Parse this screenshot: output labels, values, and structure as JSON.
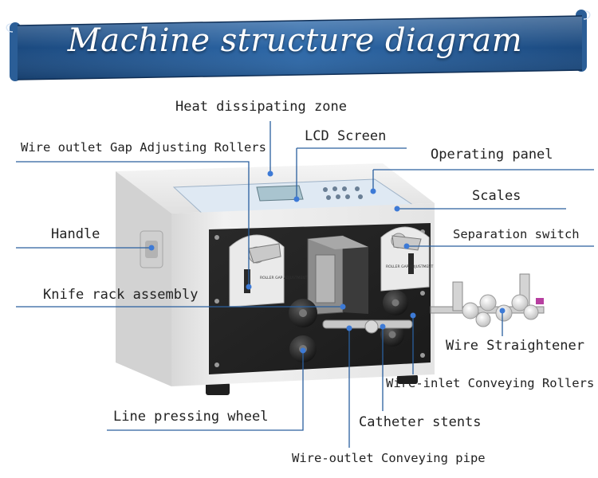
{
  "banner": {
    "title": "Machine structure diagram",
    "color": "#1f4f86"
  },
  "labels": {
    "heat_zone": "Heat dissipating zone",
    "lcd_screen": "LCD Screen",
    "gap_rollers": "Wire outlet Gap Adjusting Rollers",
    "operating_panel": "Operating panel",
    "scales": "Scales",
    "handle": "Handle",
    "separation_switch": "Separation switch",
    "knife_rack": "Knife rack assembly",
    "wire_straightener": "Wire Straightener",
    "inlet_rollers": "Wire-inlet Conveying Rollers",
    "pressing_wheel": "Line pressing wheel",
    "catheter_stents": "Catheter stents",
    "outlet_pipe": "Wire-outlet Conveying pipe"
  },
  "machine_text": {
    "left_knob": "ROLLER GAP ADJUSTMENT",
    "right_knob": "ROLLER GAP ADJUSTMENT"
  },
  "colors": {
    "leader_line": "#2a5f9e",
    "accent_dot": "#3d7ad6"
  }
}
